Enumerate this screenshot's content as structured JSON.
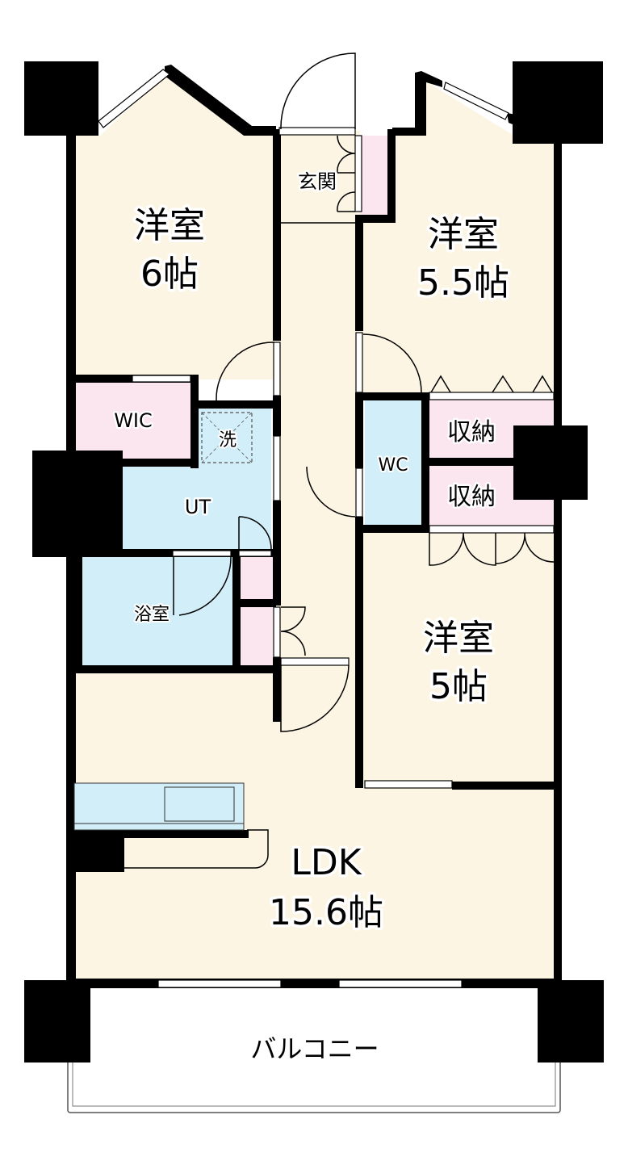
{
  "colors": {
    "floor": "#fdf5e3",
    "storage": "#fbe5ee",
    "wet": "#d2eef9",
    "wall": "#000000",
    "exterior": "#ffffff"
  },
  "rooms": {
    "western_room_1": {
      "name": "洋室",
      "size": "6帖"
    },
    "western_room_2": {
      "name": "洋室",
      "size": "5.5帖"
    },
    "western_room_3": {
      "name": "洋室",
      "size": "5帖"
    },
    "ldk": {
      "name": "LDK",
      "size": "15.6帖"
    },
    "entrance": {
      "name": "玄関"
    },
    "wic": {
      "name": "WIC"
    },
    "washer": {
      "name": "洗"
    },
    "utility": {
      "name": "UT"
    },
    "bathroom": {
      "name": "浴室"
    },
    "toilet": {
      "name": "WC"
    },
    "storage_1": {
      "name": "収納"
    },
    "storage_2": {
      "name": "収納"
    },
    "balcony": {
      "name": "バルコニー"
    }
  }
}
